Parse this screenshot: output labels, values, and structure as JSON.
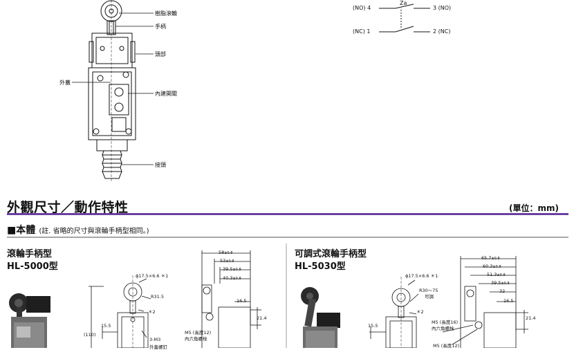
{
  "top_diagram": {
    "labels": {
      "roller": "樹脂滾輪",
      "lever": "手柄",
      "head": "頭部",
      "housing": "外蓋",
      "switch": "內建開關",
      "connector": "接頭"
    }
  },
  "circuit": {
    "no_left": "(NO) 4",
    "nc_left": "(NC) 1",
    "no_right": "3 (NO)",
    "nc_right": "2 (NC)",
    "za": "Za"
  },
  "section": {
    "title": "外觀尺寸／動作特性",
    "unit": "(單位：mm)"
  },
  "body_heading": {
    "title": "■本體",
    "note": "(註. 省略的尺寸與滾輪手柄型相同。)"
  },
  "model_left": {
    "type": "滾輪手柄型",
    "code": "HL-5000型",
    "dims": {
      "d58": "58",
      "d53": "53",
      "d39_5": "39.5",
      "d40_3": "40.3",
      "d16_5": "16.5",
      "d21_4": "21.4",
      "d15_5": "15.5",
      "d110": "(110)",
      "phi": "ϕ17.5×6.6 ＊1",
      "r": "R31.5",
      "star2": "＊2",
      "m3": "3-M3",
      "m3_sub": "外蓋螺釘",
      "m5": "M5 (長度12)",
      "m5_sub": "內六角螺栓",
      "tol": "±0.8"
    }
  },
  "model_right": {
    "type": "可調式滾輪手柄型",
    "code": "HL-5030型",
    "dims": {
      "d65_7": "65.7",
      "d60_3": "60.3",
      "d51_3": "51.3",
      "d39_5": "39.5",
      "d32": "32",
      "d16_5": "16.5",
      "d21_4": "21.4",
      "d15_5": "15.5",
      "phi": "ϕ17.5×6.6 ＊1",
      "r": "R30～75",
      "r_sub": "可調",
      "star2": "＊2",
      "m5a": "M5 (長度16)",
      "m5a_sub": "內六角螺栓",
      "m5b": "M5 (長度12)",
      "tol": "±0.8"
    }
  },
  "colors": {
    "accent_bar": "#6b3fa0",
    "ink": "#111111"
  }
}
